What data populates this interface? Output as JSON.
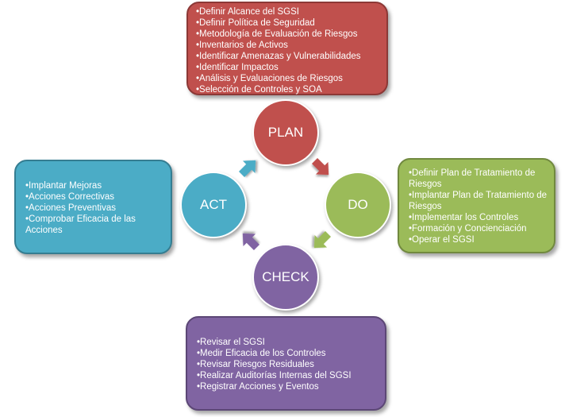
{
  "colors": {
    "plan": "#c0504d",
    "do": "#9bbb59",
    "check": "#8064a2",
    "act": "#4bacc6",
    "plan_border": "#8c3836",
    "do_border": "#71893f",
    "check_border": "#5c4776",
    "act_border": "#357d91"
  },
  "stages": {
    "plan": {
      "label": "PLAN",
      "items": [
        "Definir Alcance del SGSI",
        "Definir Política de Seguridad",
        "Metodología de Evaluación de Riesgos",
        "Inventarios de Activos",
        "Identificar Amenazas y Vulnerabilidades",
        "Identificar Impactos",
        "Análisis y Evaluaciones de Riesgos",
        "Selección de Controles y SOA"
      ]
    },
    "do": {
      "label": "DO",
      "items": [
        "Definir Plan de Tratamiento de Riesgos",
        "Implantar Plan de Tratamiento de Riesgos",
        "Implementar los Controles",
        "Formación y Concienciación",
        "Operar el SGSI"
      ]
    },
    "check": {
      "label": "CHECK",
      "items": [
        "Revisar el SGSI",
        "Medir Eficacia de los Controles",
        "Revisar Riesgos Residuales",
        "Realizar Auditorías Internas del SGSI",
        "Registrar Acciones y Eventos"
      ]
    },
    "act": {
      "label": "ACT",
      "items": [
        "Implantar Mejoras",
        "Acciones Correctivas",
        "Acciones Preventivas",
        "Comprobar Eficacia de las Acciones"
      ]
    }
  }
}
